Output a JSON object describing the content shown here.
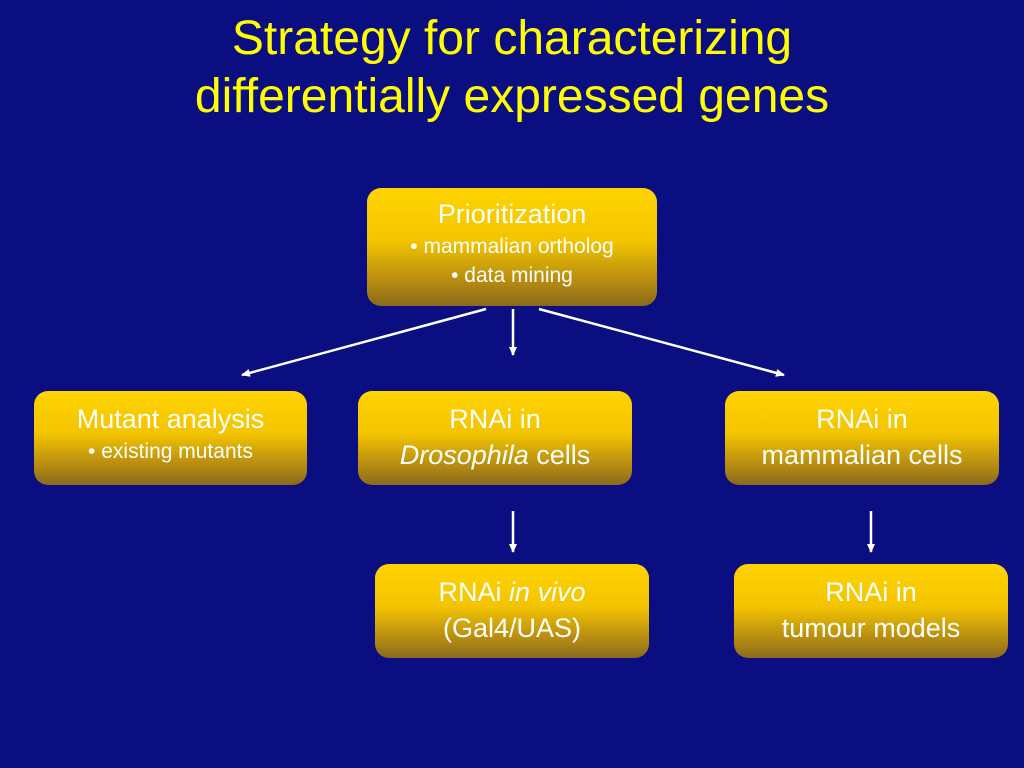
{
  "title": {
    "line1": "Strategy for characterizing",
    "line2": "differentially expressed genes"
  },
  "boxes": {
    "prioritization": {
      "heading": "Prioritization",
      "bullet1": "• mammalian ortholog",
      "bullet2": "• data mining"
    },
    "mutant": {
      "heading": "Mutant analysis",
      "bullet1": "• existing mutants"
    },
    "rnai_drosophila": {
      "line1": "RNAi in",
      "line2_italic": "Drosophila",
      "line2_rest": " cells"
    },
    "rnai_mammalian": {
      "line1": "RNAi in",
      "line2": "mammalian cells"
    },
    "rnai_invivo": {
      "line1_plain": "RNAi ",
      "line1_italic": "in vivo",
      "line2": "(Gal4/UAS)"
    },
    "rnai_tumour": {
      "line1": "RNAi in",
      "line2": "tumour models"
    }
  },
  "colors": {
    "background": "#0b0e80",
    "title": "#ffff00",
    "box_top": "#ffd400",
    "box_bottom": "#8a6a1c",
    "box_text": "#ffffff",
    "arrow": "#ffffff"
  }
}
